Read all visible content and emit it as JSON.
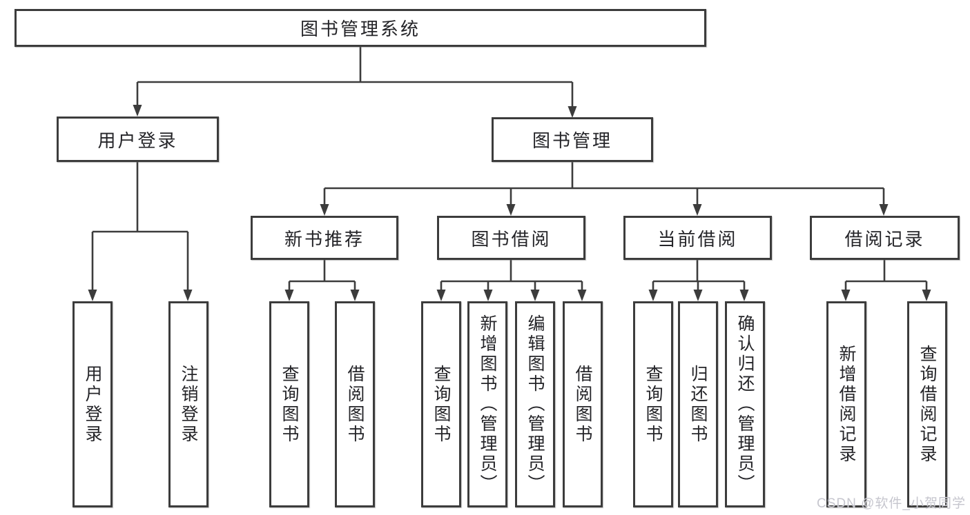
{
  "diagram": {
    "title": "图书管理系统",
    "nodes": {
      "root": {
        "label": "图书管理系统"
      },
      "level2": [
        {
          "id": "user-login",
          "label": "用户登录"
        },
        {
          "id": "book-management",
          "label": "图书管理"
        }
      ],
      "level3": [
        {
          "id": "new-book-recommend",
          "label": "新书推荐",
          "parent": "book-management"
        },
        {
          "id": "book-borrowing",
          "label": "图书借阅",
          "parent": "book-management"
        },
        {
          "id": "current-borrowing",
          "label": "当前借阅",
          "parent": "book-management"
        },
        {
          "id": "borrowing-records",
          "label": "借阅记录",
          "parent": "book-management"
        }
      ],
      "leaves": [
        {
          "label": "用户登录",
          "parent": "user-login"
        },
        {
          "label": "注销登录",
          "parent": "user-login"
        },
        {
          "label": "查询图书",
          "parent": "new-book-recommend"
        },
        {
          "label": "借阅图书",
          "parent": "new-book-recommend"
        },
        {
          "label": "查询图书",
          "parent": "book-borrowing"
        },
        {
          "label": "新增图书（管理员）",
          "parent": "book-borrowing"
        },
        {
          "label": "编辑图书（管理员）",
          "parent": "book-borrowing"
        },
        {
          "label": "借阅图书",
          "parent": "book-borrowing"
        },
        {
          "label": "查询图书",
          "parent": "current-borrowing"
        },
        {
          "label": "归还图书",
          "parent": "current-borrowing"
        },
        {
          "label": "确认归还（管理员）",
          "parent": "current-borrowing"
        },
        {
          "label": "新增借阅记录",
          "parent": "borrowing-records"
        },
        {
          "label": "查询借阅记录",
          "parent": "borrowing-records"
        }
      ]
    },
    "colors": {
      "line": "#3c3c3c",
      "box_border": "#3c3c3c",
      "text": "#242428",
      "background": "#ffffff",
      "watermark": "#c6c6ce"
    }
  },
  "watermark": {
    "text": "CSDN @软件_小贺同学"
  }
}
